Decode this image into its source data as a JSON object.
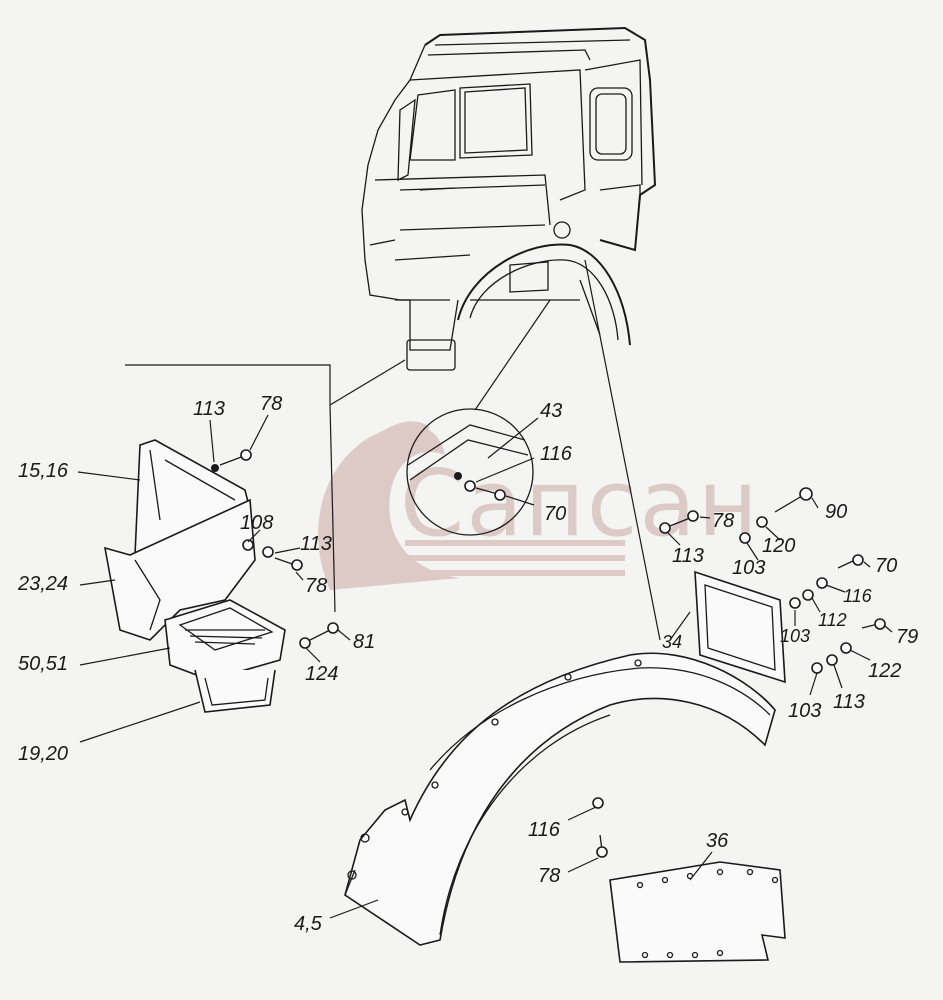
{
  "watermark": {
    "text": "Сапсан",
    "color": "#c9a9a3"
  },
  "callouts": {
    "c113a": "113",
    "c78a": "78",
    "c1516": "15,16",
    "c108": "108",
    "c113b": "113",
    "c78b": "78",
    "c2324": "23,24",
    "c124": "124",
    "c81": "81",
    "c5051": "50,51",
    "c1920": "19,20",
    "c43": "43",
    "c116a": "116",
    "c70a": "70",
    "c78c": "78",
    "c113c": "113",
    "c120": "120",
    "c103a": "103",
    "c90": "90",
    "c70b": "70",
    "c116b": "116",
    "c112": "112",
    "c103b": "103",
    "c79": "79",
    "c122": "122",
    "c103c": "103",
    "c113d": "113",
    "c34": "34",
    "c116c": "116",
    "c78d": "78",
    "c36": "36",
    "c45": "4,5"
  }
}
